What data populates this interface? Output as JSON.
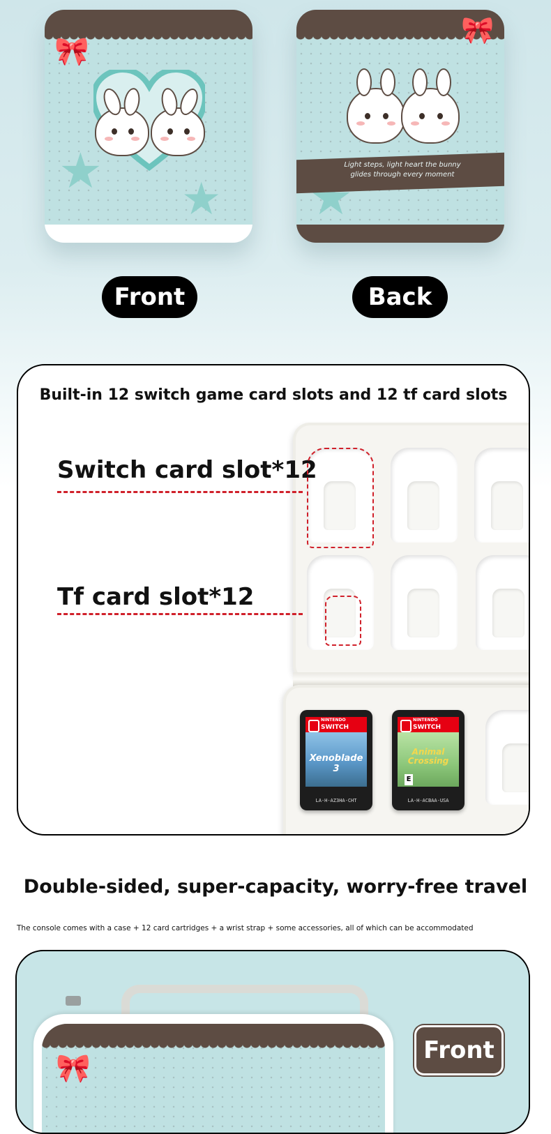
{
  "views": {
    "front_label": "Front",
    "back_label": "Back",
    "back_banner_text": "Light steps, light heart the bunny glides through every moment"
  },
  "slots_section": {
    "title": "Built-in 12 switch game card slots and 12 tf card slots",
    "switch_callout": "Switch card slot*12",
    "tf_callout": "Tf card slot*12",
    "highlight_color": "#d0202a"
  },
  "cartridges": [
    {
      "brand": "NINTENDO",
      "platform": "SWITCH",
      "title": "Xenoblade 3",
      "code": "LA-H-AZ3HA-CHT"
    },
    {
      "brand": "NINTENDO",
      "platform": "SWITCH",
      "title": "Animal Crossing",
      "code": "LA-H-ACBAA-USA",
      "rating": "E"
    }
  ],
  "capacity_section": {
    "headline": "Double-sided, super-capacity, worry-free travel",
    "subline": "The console comes with a case + 12 card cartridges + a wrist strap + some accessories, all of which can be accommodated",
    "front_tag": "Front"
  },
  "colors": {
    "mint": "#bfe1e2",
    "brown": "#5d4c43",
    "pill_black": "#000000"
  }
}
